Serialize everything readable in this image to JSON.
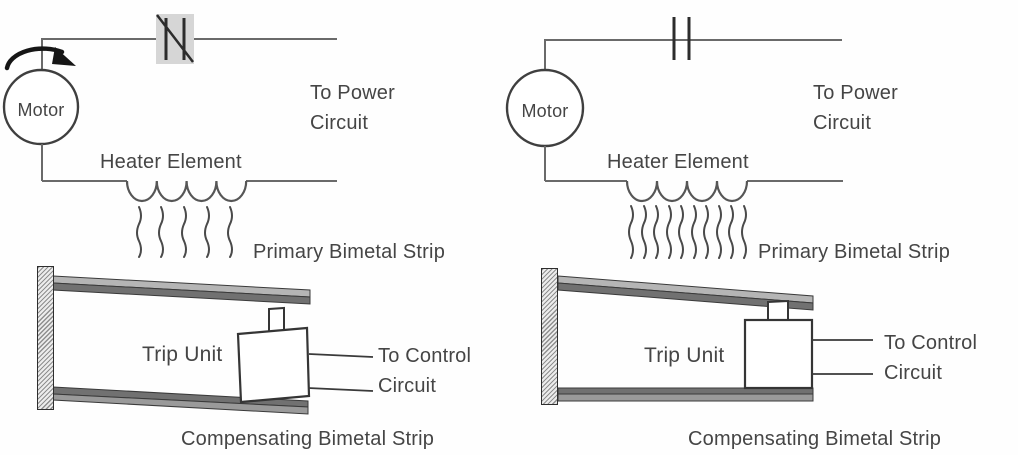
{
  "colors": {
    "background": "#fefefe",
    "wire": "#6a6a6a",
    "ink": "#2c2c2c",
    "text": "#454545",
    "contact_highlight": "#d6d6d6",
    "strip_light": "#b5b5b5",
    "strip_dark": "#717171"
  },
  "left": {
    "labels": {
      "motor": "Motor",
      "power_line1": "To Power",
      "power_line2": "Circuit",
      "heater": "Heater Element",
      "primary": "Primary Bimetal Strip",
      "trip_unit": "Trip Unit",
      "control_line1": "To Control",
      "control_line2": "Circuit",
      "compensating": "Compensating Bimetal Strip"
    },
    "icons": {
      "contact": "normally-closed-contact-slash",
      "rotation_arrow": "clockwise-rotation-arrow"
    },
    "heat_wave_count": 5
  },
  "right": {
    "labels": {
      "motor": "Motor",
      "power_line1": "To Power",
      "power_line2": "Circuit",
      "heater": "Heater Element",
      "primary": "Primary Bimetal Strip",
      "trip_unit": "Trip Unit",
      "control_line1": "To Control",
      "control_line2": "Circuit",
      "compensating": "Compensating Bimetal Strip"
    },
    "icons": {
      "contact": "open-contact"
    },
    "heat_wave_count": 10
  }
}
